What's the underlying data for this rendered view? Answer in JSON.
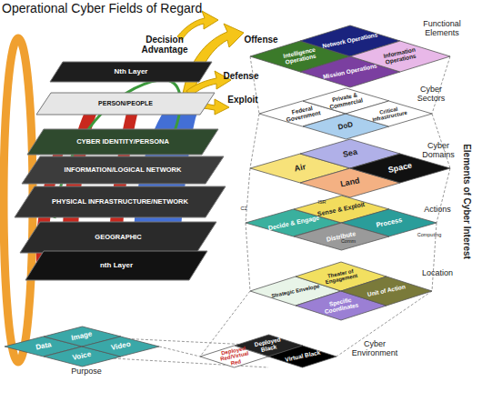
{
  "diagram": {
    "title": "Operational Cyber Fields of Regard",
    "nodes": [
      {
        "text": [
          "Nth Layer"
        ]
      },
      {
        "text": [
          "PERSON/PEOPLE"
        ]
      },
      {
        "text": [
          "CYBER IDENTITY/PERSONA"
        ]
      },
      {
        "text": [
          "INFORMATION/LOGICAL NETWORK"
        ]
      },
      {
        "text": [
          "PHYSICAL INFRASTRUCTURE/NETWORK"
        ]
      },
      {
        "text": [
          "GEOGRAPHIC"
        ]
      },
      {
        "text": [
          "nth Layer"
        ]
      },
      {
        "text": [
          "Intelligence Operations"
        ]
      },
      {
        "text": [
          "Network Operations"
        ]
      },
      {
        "text": [
          "Mission Operations"
        ]
      },
      {
        "text": [
          "Information Operations"
        ]
      },
      {
        "text": [
          "Federal Government"
        ]
      },
      {
        "text": [
          "Private & Commercial"
        ]
      },
      {
        "text": [
          "DoD"
        ]
      },
      {
        "text": [
          "Critical Infrastructure"
        ]
      },
      {
        "text": [
          "Air"
        ]
      },
      {
        "text": [
          "Sea"
        ]
      },
      {
        "text": [
          "Land"
        ]
      },
      {
        "text": [
          "Space"
        ]
      },
      {
        "text": [
          "Decide & Engage"
        ]
      },
      {
        "text": [
          "Sense & Exploit"
        ]
      },
      {
        "text": [
          "Process"
        ]
      },
      {
        "text": [
          "Distribute"
        ]
      },
      {
        "text": [
          "Strategic Envelope"
        ]
      },
      {
        "text": [
          "Theater of Engagement"
        ]
      },
      {
        "text": [
          "Specific Coordinates"
        ]
      },
      {
        "text": [
          "Unit of Action"
        ]
      },
      {
        "text": [
          "Data"
        ]
      },
      {
        "text": [
          "Image"
        ]
      },
      {
        "text": [
          "Voice"
        ]
      },
      {
        "text": [
          "Video"
        ]
      },
      {
        "text": [
          "Deployed Black"
        ]
      },
      {
        "text": [
          "Deployed Red/Virtual Red"
        ]
      },
      {
        "text": [
          "Virtual Black"
        ]
      }
    ],
    "labels": [
      "Functional Elements",
      "Cyber Sectors",
      "Cyber Domains",
      "Actions",
      "Location",
      "Cyber Environment",
      "Purpose",
      "Elements of Cyber Interest",
      "Decision Advantage",
      "Offense",
      "Defense",
      "Exploit",
      "C2",
      "ISR",
      "Computing",
      "Comm"
    ]
  }
}
